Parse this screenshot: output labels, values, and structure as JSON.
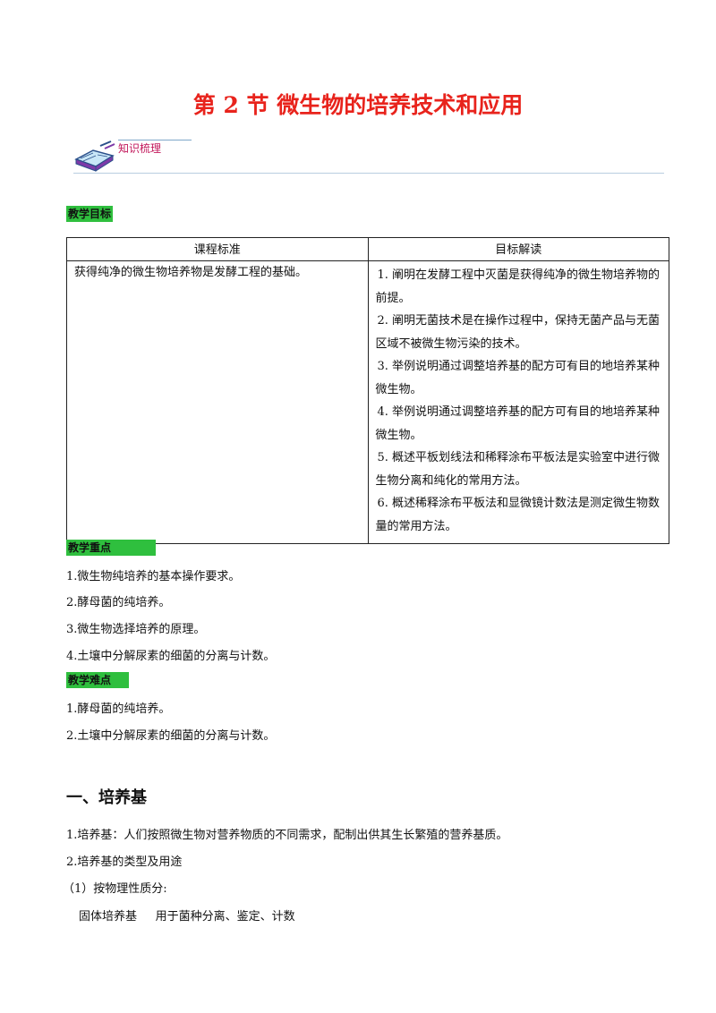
{
  "title": "第 2 节  微生物的培养技术和应用",
  "knowledge_banner": {
    "label": "知识梳理",
    "icon": "open-book-icon"
  },
  "sections": {
    "goals_tag": "教学目标",
    "key_tag": "教学重点",
    "difficult_tag": "教学难点"
  },
  "goal_table": {
    "headers": [
      "课程标准",
      "目标解读"
    ],
    "standard": "获得纯净的微生物培养物是发酵工程的基础。",
    "items": [
      "1.  阐明在发酵工程中灭菌是获得纯净的微生物培养物的前提。",
      "2.  阐明无菌技术是在操作过程中，保持无菌产品与无菌区域不被微生物污染的技术。",
      "3.  举例说明通过调整培养基的配方可有目的地培养某种微生物。",
      "4.  举例说明通过调整培养基的配方可有目的地培养某种微生物。",
      "5.  概述平板划线法和稀释涂布平板法是实验室中进行微生物分离和纯化的常用方法。",
      "6.  概述稀释涂布平板法和显微镜计数法是测定微生物数量的常用方法。"
    ]
  },
  "key_points": [
    "1.微生物纯培养的基本操作要求。",
    "2.酵母菌的纯培养。",
    "3.微生物选择培养的原理。",
    "4.土壤中分解尿素的细菌的分离与计数。"
  ],
  "difficult_points": [
    "1.酵母菌的纯培养。",
    "2.土壤中分解尿素的细菌的分离与计数。"
  ],
  "section1": {
    "heading": "一、培养基",
    "paragraphs": [
      "1.培养基：人们按照微生物对营养物质的不同需求，配制出供其生长繁殖的营养基质。",
      "2.培养基的类型及用途",
      "（1）按物理性质分:",
      "固体培养基     用于菌种分离、鉴定、计数"
    ]
  },
  "colors": {
    "title": "#e8231c",
    "tag_bg": "#2fbf3e",
    "banner_label": "#c2185b"
  }
}
